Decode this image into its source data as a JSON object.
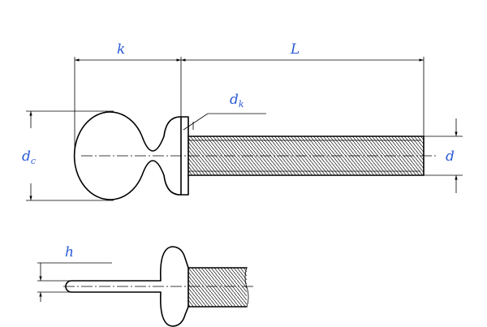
{
  "diagram": {
    "dimensions": {
      "k": "k",
      "L": "L",
      "dk": {
        "main": "d",
        "sub": "k"
      },
      "dc": {
        "main": "d",
        "sub": "c"
      },
      "d": "d",
      "h": "h"
    },
    "colors": {
      "label": "#2a5bd7",
      "line": "#000000",
      "background": "#ffffff"
    }
  }
}
